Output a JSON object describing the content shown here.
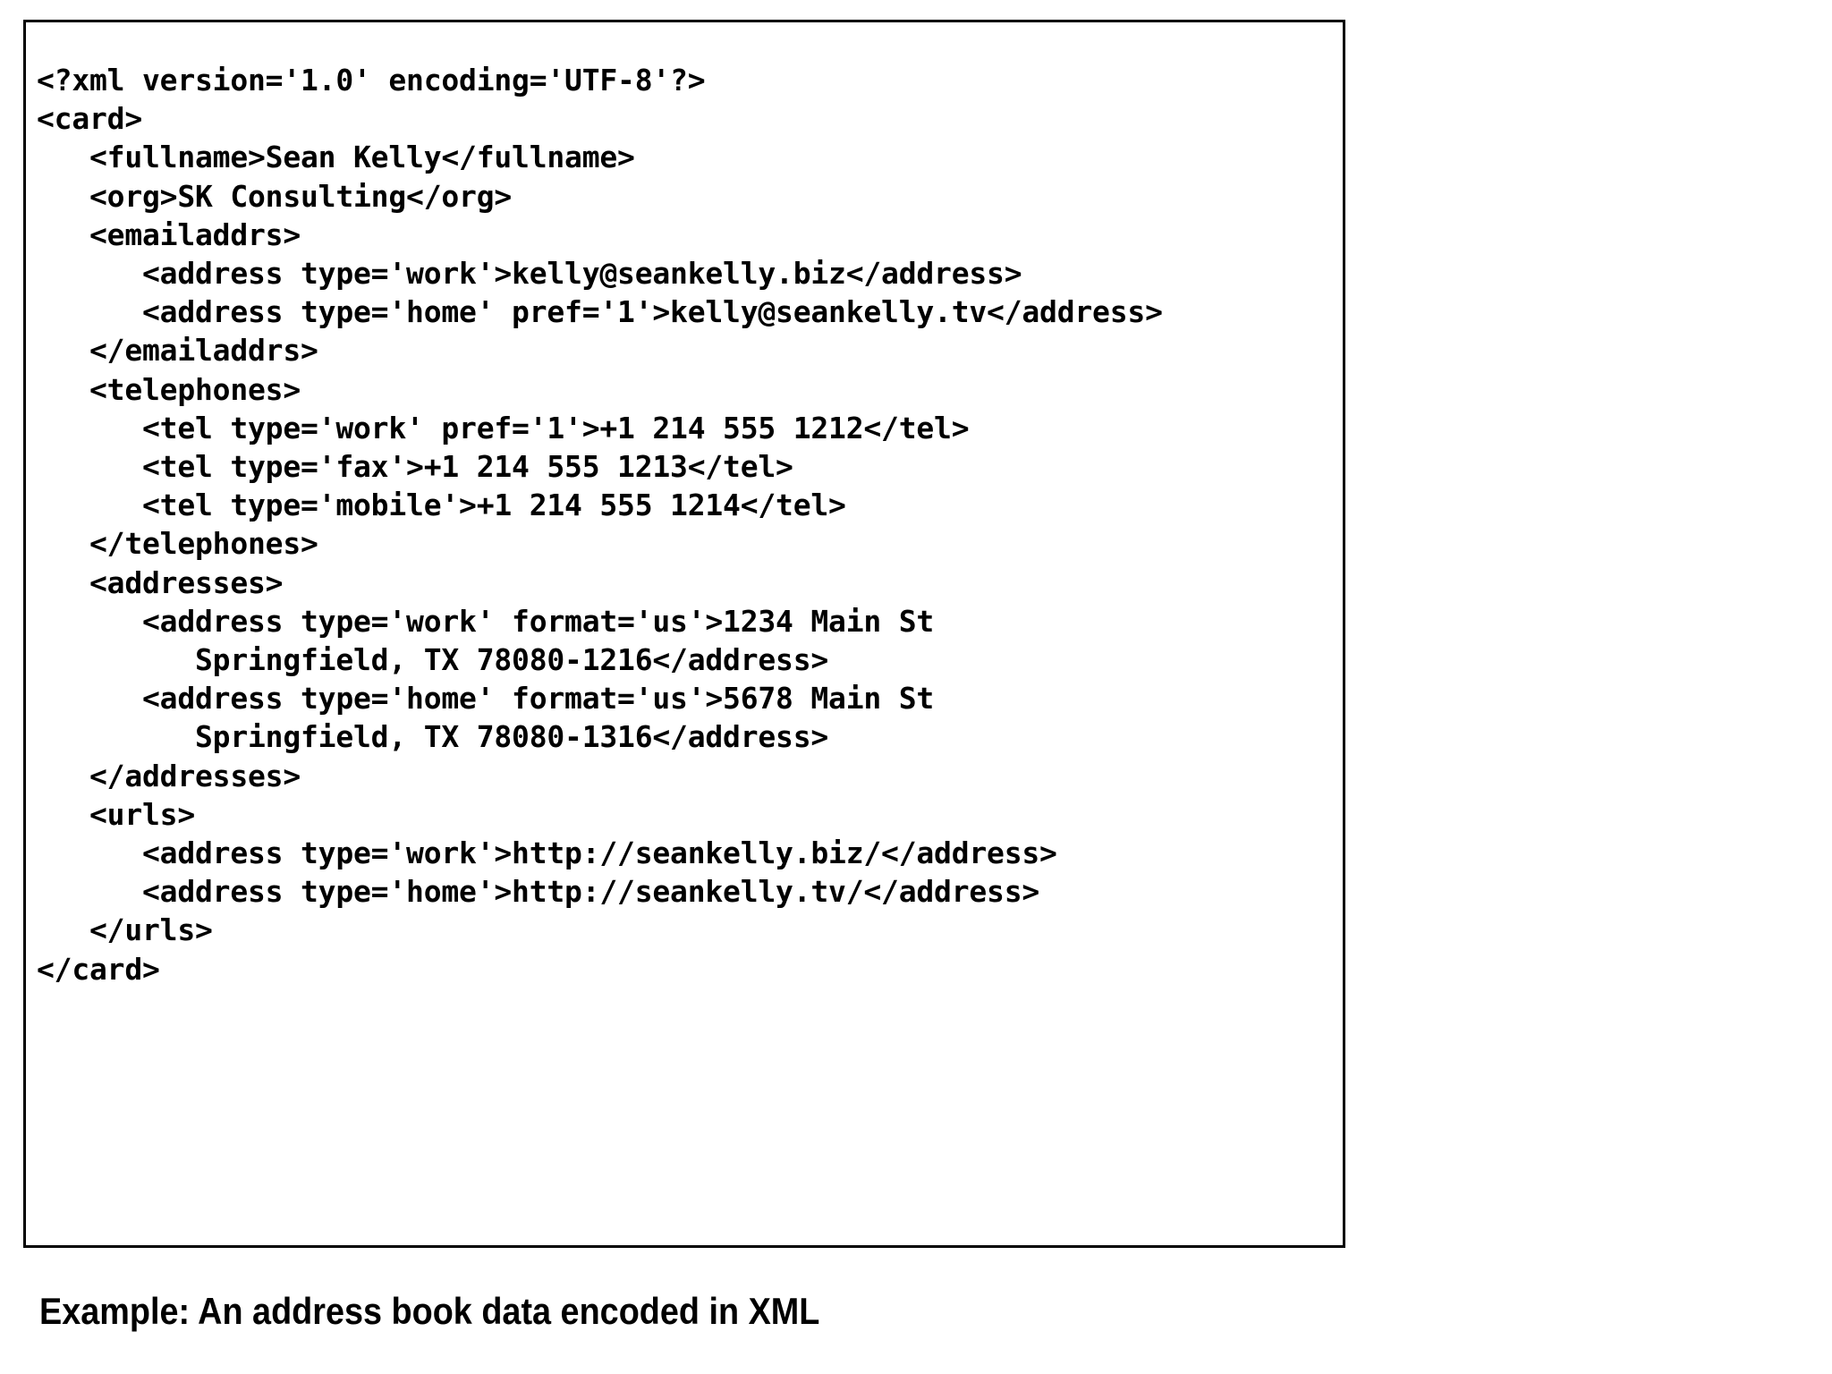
{
  "figure": {
    "caption": "Example: An address book data encoded in XML",
    "border_color": "#000000",
    "background_color": "#ffffff",
    "text_color": "#000000"
  },
  "code": {
    "language": "xml",
    "lines": [
      "<?xml version='1.0' encoding='UTF-8'?>",
      "<card>",
      "   <fullname>Sean Kelly</fullname>",
      "   <org>SK Consulting</org>",
      "   <emailaddrs>",
      "      <address type='work'>kelly@seankelly.biz</address>",
      "      <address type='home' pref='1'>kelly@seankelly.tv</address>",
      "   </emailaddrs>",
      "   <telephones>",
      "      <tel type='work' pref='1'>+1 214 555 1212</tel>",
      "      <tel type='fax'>+1 214 555 1213</tel>",
      "      <tel type='mobile'>+1 214 555 1214</tel>",
      "   </telephones>",
      "   <addresses>",
      "      <address type='work' format='us'>1234 Main St",
      "         Springfield, TX 78080-1216</address>",
      "      <address type='home' format='us'>5678 Main St",
      "         Springfield, TX 78080-1316</address>",
      "   </addresses>",
      "   <urls>",
      "      <address type='work'>http://seankelly.biz/</address>",
      "      <address type='home'>http://seankelly.tv/</address>",
      "   </urls>",
      "</card>"
    ]
  },
  "document_content": {
    "root_element": "card",
    "xml_declaration": {
      "version": "1.0",
      "encoding": "UTF-8"
    },
    "fullname": "Sean Kelly",
    "org": "SK Consulting",
    "emailaddrs": [
      {
        "type": "work",
        "pref": null,
        "value": "kelly@seankelly.biz"
      },
      {
        "type": "home",
        "pref": "1",
        "value": "kelly@seankelly.tv"
      }
    ],
    "telephones": [
      {
        "type": "work",
        "pref": "1",
        "value": "+1 214 555 1212"
      },
      {
        "type": "fax",
        "pref": null,
        "value": "+1 214 555 1213"
      },
      {
        "type": "mobile",
        "pref": null,
        "value": "+1 214 555 1214"
      }
    ],
    "addresses": [
      {
        "type": "work",
        "format": "us",
        "value": "1234 Main St Springfield, TX 78080-1216"
      },
      {
        "type": "home",
        "format": "us",
        "value": "5678 Main St Springfield, TX 78080-1316"
      }
    ],
    "urls": [
      {
        "type": "work",
        "value": "http://seankelly.biz/"
      },
      {
        "type": "home",
        "value": "http://seankelly.tv/"
      }
    ]
  }
}
